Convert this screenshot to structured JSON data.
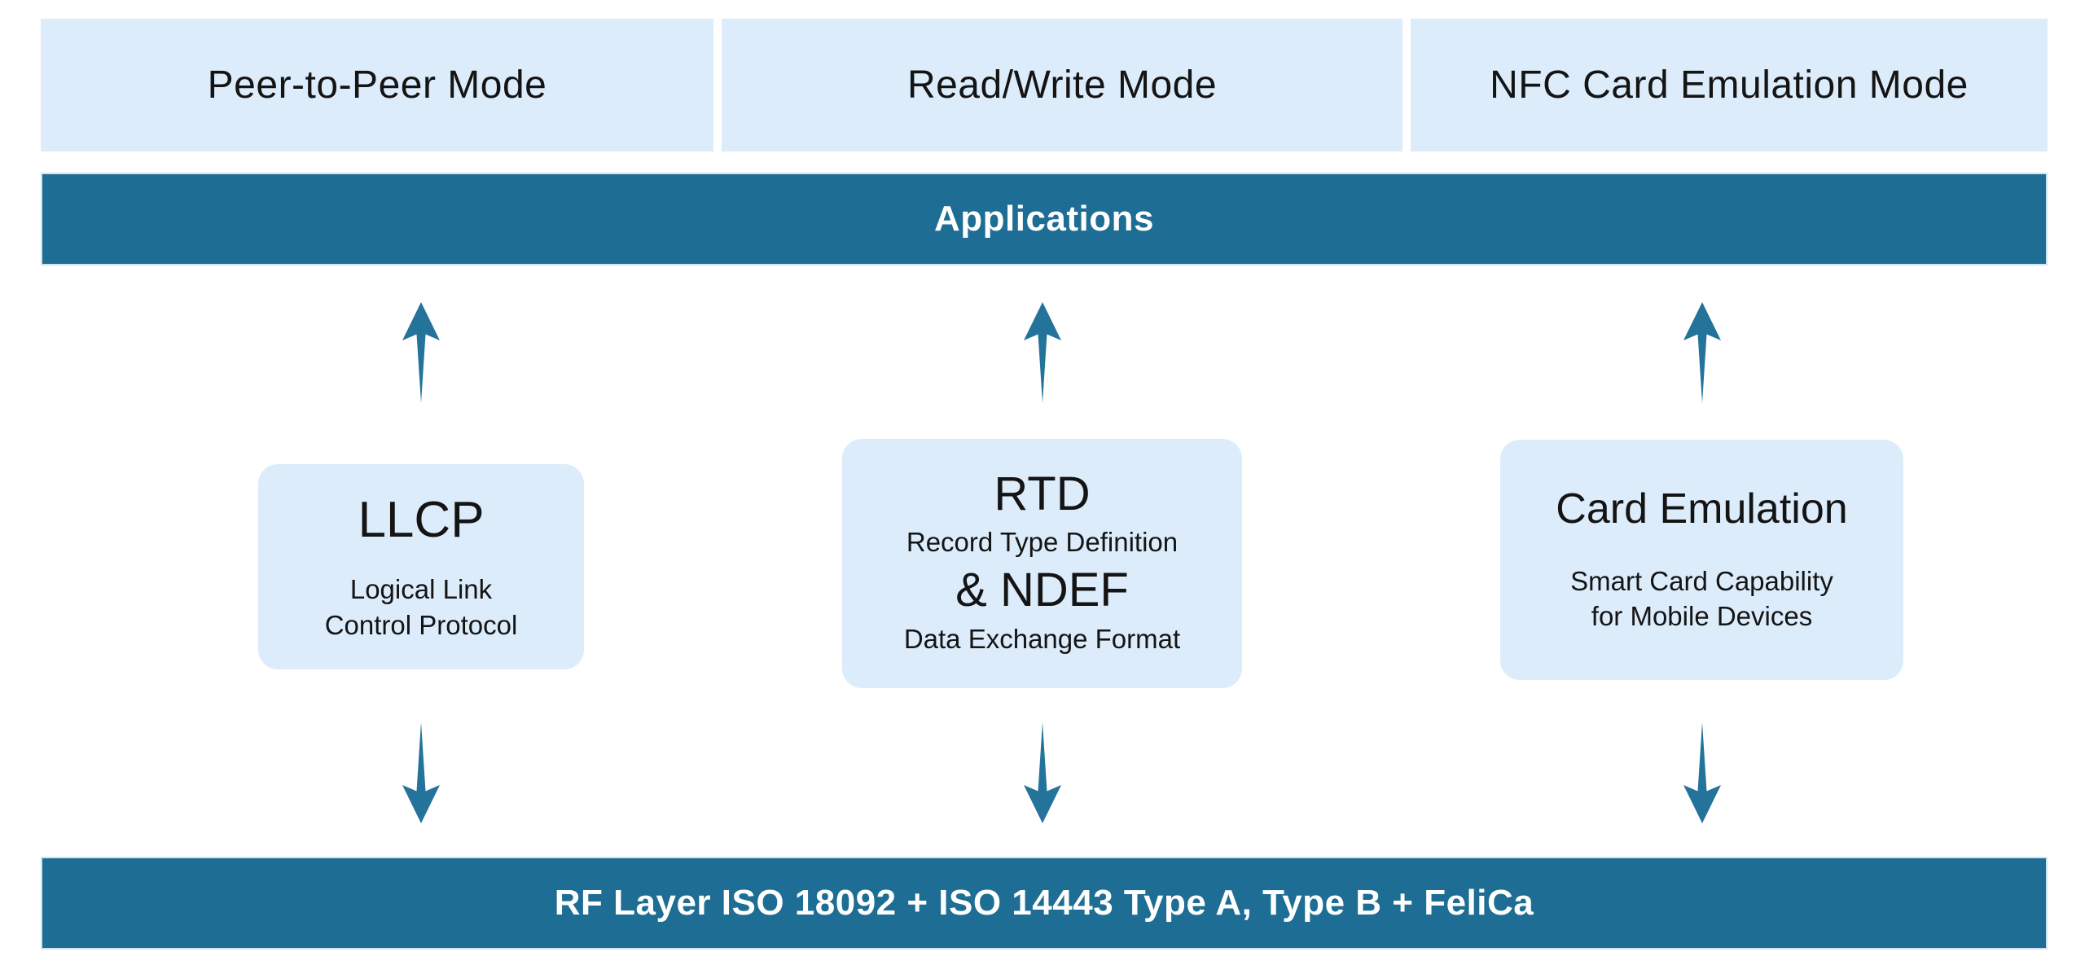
{
  "diagram": {
    "top_modes": [
      {
        "label": "Peer-to-Peer Mode"
      },
      {
        "label": "Read/Write Mode"
      },
      {
        "label": "NFC Card Emulation Mode"
      }
    ],
    "applications_bar": {
      "label": "Applications"
    },
    "protocols": {
      "llcp": {
        "title": "LLCP",
        "line1": "Logical Link",
        "line2": "Control Protocol"
      },
      "rtd_ndef": {
        "title1": "RTD",
        "subtitle1": "Record Type Definition",
        "title2": "& NDEF",
        "subtitle2": "Data Exchange Format"
      },
      "card_emulation": {
        "title": "Card Emulation",
        "line1": "Smart Card Capability",
        "line2": "for Mobile Devices"
      }
    },
    "rf_layer_bar": {
      "label": "RF Layer ISO 18092 + ISO 14443 Type A, Type B + FeliCa"
    }
  },
  "icons": {
    "up_arrow": "up-arrow-icon",
    "down_arrow": "down-arrow-icon"
  },
  "colors": {
    "teal_bar": "#1d6d94",
    "light_blue_box": "#dcecfb",
    "arrow_teal": "#24739a",
    "bar_border": "#cfe3f0",
    "text_dark": "#141414",
    "bar_text": "#ffffff",
    "background": "#ffffff"
  }
}
